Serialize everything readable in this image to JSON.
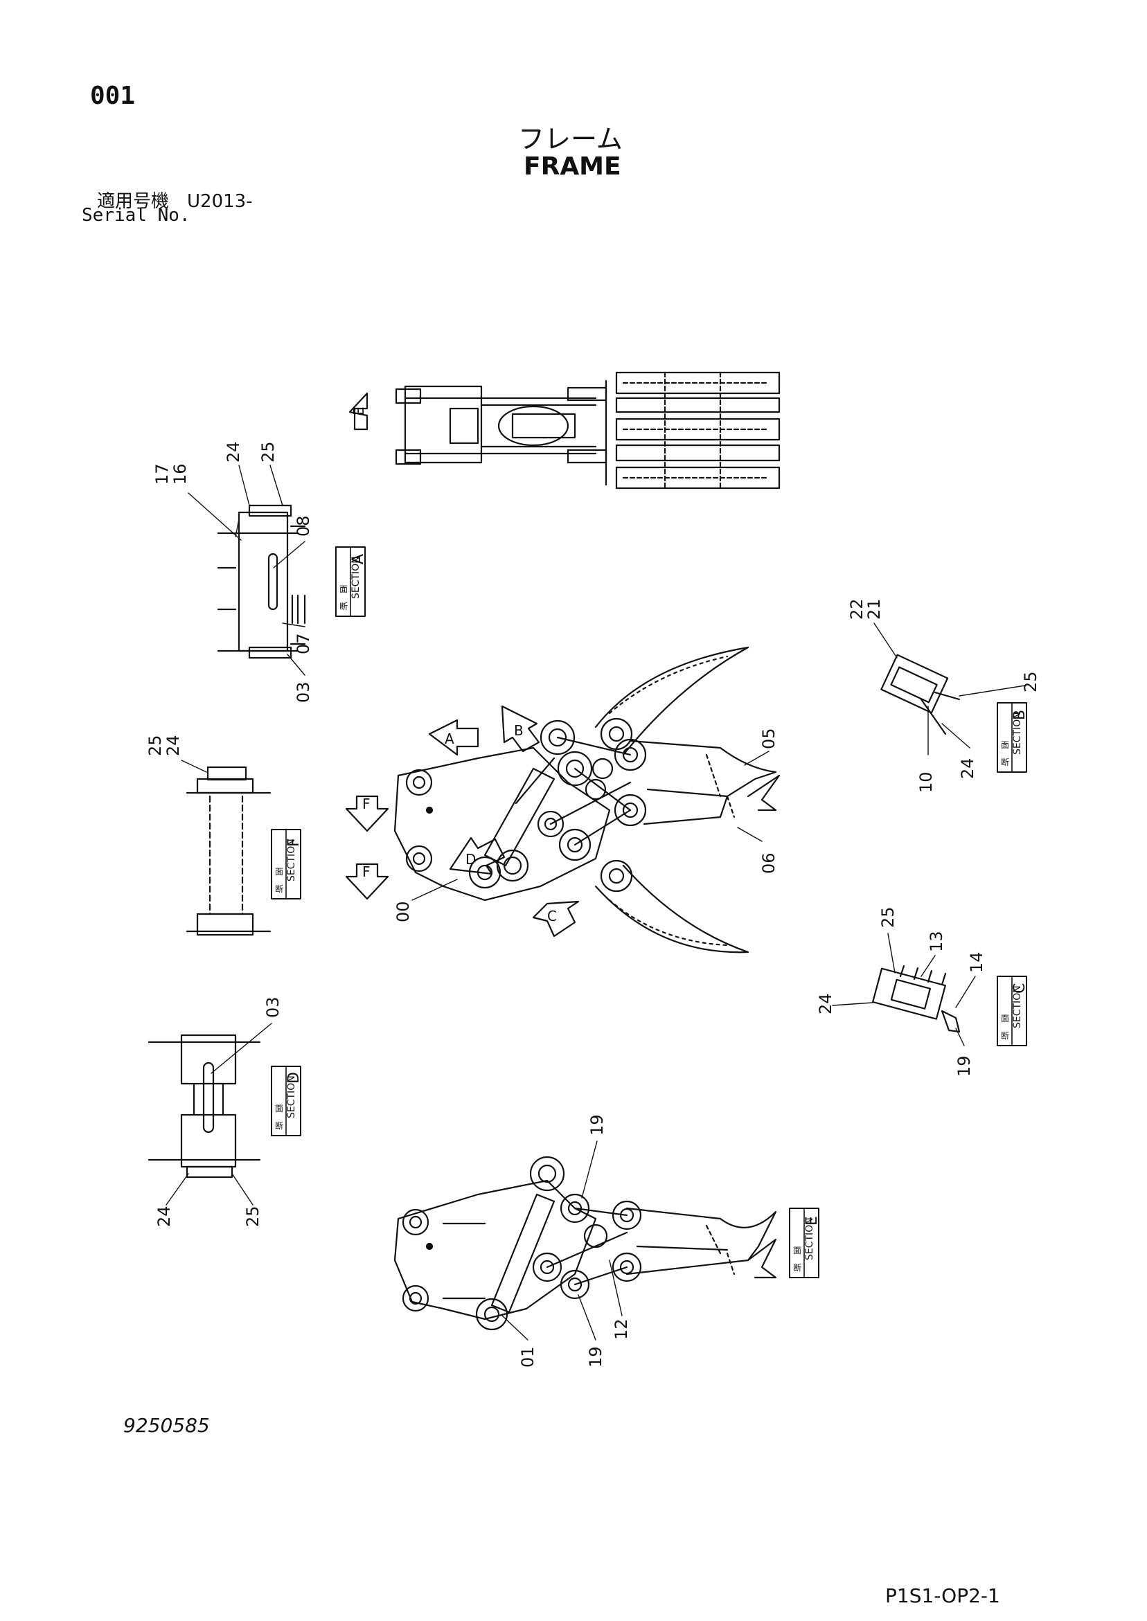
{
  "header": {
    "page_number": "001",
    "title_jp": "フレーム",
    "title_en": "FRAME",
    "serial_jp": "適用号機　U2013-",
    "serial_en": "Serial No."
  },
  "footer": {
    "drawing_number": "9250585",
    "page_code": "P1S1-OP2-1"
  },
  "view_arrows": [
    "A",
    "B",
    "C",
    "D",
    "E",
    "F",
    "F"
  ],
  "sections": {
    "section_word": "SECTION",
    "jp_label_1": "断",
    "jp_label_2": "面",
    "A": {
      "letter": "A",
      "callouts": [
        "17",
        "16",
        "24",
        "25",
        "08",
        "07",
        "03"
      ]
    },
    "B": {
      "letter": "B",
      "callouts": [
        "22",
        "21",
        "25",
        "10",
        "24"
      ]
    },
    "C": {
      "letter": "C",
      "callouts": [
        "25",
        "13",
        "14",
        "24",
        "19"
      ]
    },
    "D": {
      "letter": "D",
      "callouts": [
        "03",
        "24",
        "25"
      ]
    },
    "E": {
      "letter": "E",
      "callouts": [
        "19",
        "01",
        "19",
        "12"
      ]
    },
    "F": {
      "letter": "F",
      "callouts": [
        "25",
        "24"
      ]
    }
  },
  "main_view_callouts": [
    "05",
    "06",
    "00"
  ]
}
